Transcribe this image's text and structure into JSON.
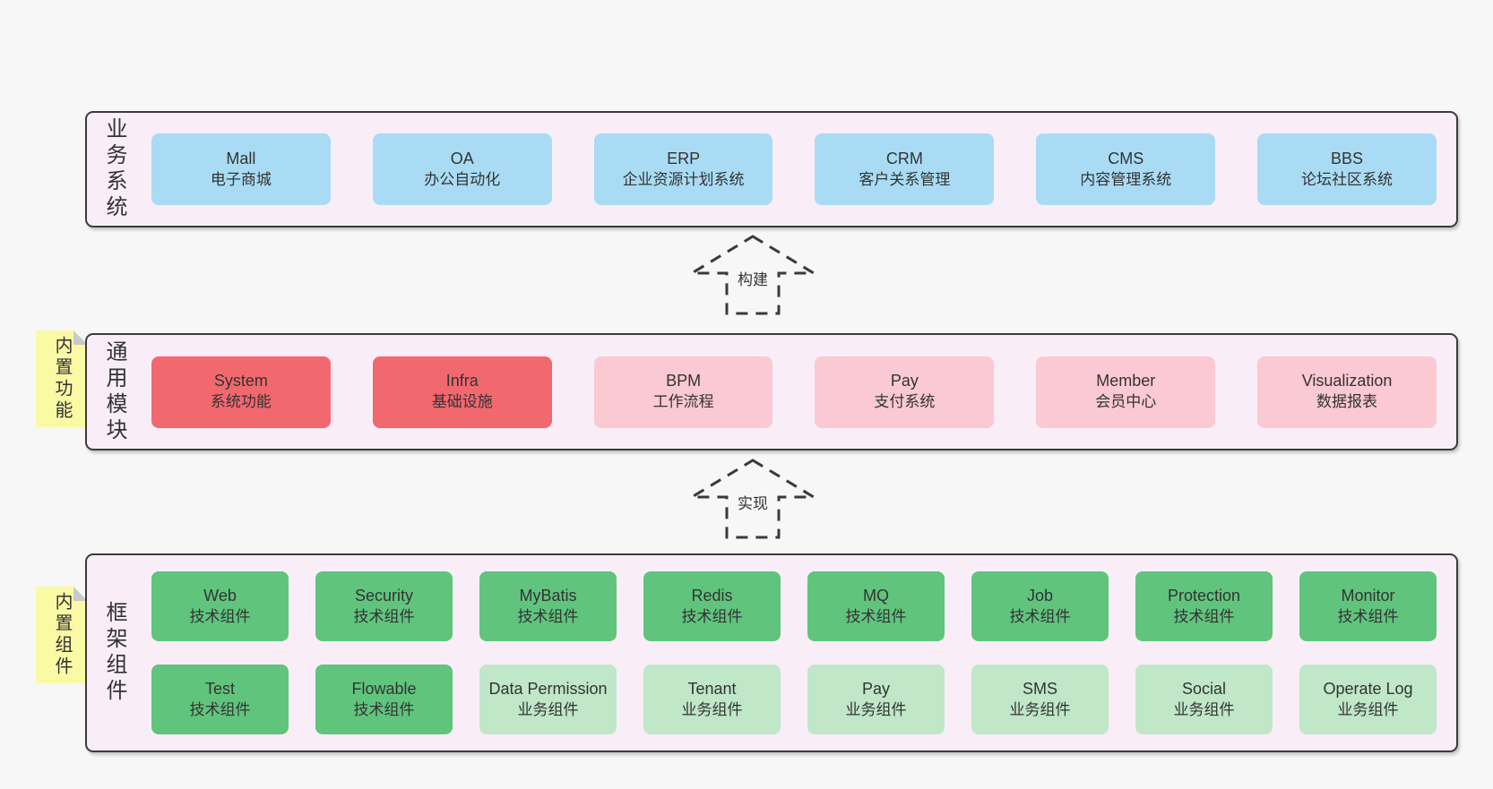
{
  "colors": {
    "page_bg": "#f7f7f7",
    "section_bg": "#f9eef7",
    "section_border": "#3b3b3b",
    "business_box": "#a9dcf4",
    "core_module_box": "#f2686f",
    "optional_module_box": "#fac9d2",
    "tech_component_box": "#60c47d",
    "biz_component_box": "#bfe7c8",
    "sticky_note": "#fafaa5",
    "sticky_fold": "#c9c9c9",
    "text": "#333333"
  },
  "arrows": {
    "build": "构建",
    "implement": "实现"
  },
  "business": {
    "label": "业务系统",
    "boxes": [
      {
        "title": "Mall",
        "subtitle": "电子商城"
      },
      {
        "title": "OA",
        "subtitle": "办公自动化"
      },
      {
        "title": "ERP",
        "subtitle": "企业资源计划系统"
      },
      {
        "title": "CRM",
        "subtitle": "客户关系管理"
      },
      {
        "title": "CMS",
        "subtitle": "内容管理系统"
      },
      {
        "title": "BBS",
        "subtitle": "论坛社区系统"
      }
    ]
  },
  "modules": {
    "label": "通用模块",
    "sticky": "内置功能",
    "boxes": [
      {
        "title": "System",
        "subtitle": "系统功能",
        "variant": "core"
      },
      {
        "title": "Infra",
        "subtitle": "基础设施",
        "variant": "core"
      },
      {
        "title": "BPM",
        "subtitle": "工作流程",
        "variant": "optional"
      },
      {
        "title": "Pay",
        "subtitle": "支付系统",
        "variant": "optional"
      },
      {
        "title": "Member",
        "subtitle": "会员中心",
        "variant": "optional"
      },
      {
        "title": "Visualization",
        "subtitle": "数据报表",
        "variant": "optional"
      }
    ]
  },
  "components": {
    "label": "框架组件",
    "sticky": "内置组件",
    "row1": [
      {
        "title": "Web",
        "subtitle": "技术组件",
        "variant": "tech"
      },
      {
        "title": "Security",
        "subtitle": "技术组件",
        "variant": "tech"
      },
      {
        "title": "MyBatis",
        "subtitle": "技术组件",
        "variant": "tech"
      },
      {
        "title": "Redis",
        "subtitle": "技术组件",
        "variant": "tech"
      },
      {
        "title": "MQ",
        "subtitle": "技术组件",
        "variant": "tech"
      },
      {
        "title": "Job",
        "subtitle": "技术组件",
        "variant": "tech"
      },
      {
        "title": "Protection",
        "subtitle": "技术组件",
        "variant": "tech"
      },
      {
        "title": "Monitor",
        "subtitle": "技术组件",
        "variant": "tech"
      }
    ],
    "row2": [
      {
        "title": "Test",
        "subtitle": "技术组件",
        "variant": "tech"
      },
      {
        "title": "Flowable",
        "subtitle": "技术组件",
        "variant": "tech"
      },
      {
        "title": "Data Permission",
        "subtitle": "业务组件",
        "variant": "biz"
      },
      {
        "title": "Tenant",
        "subtitle": "业务组件",
        "variant": "biz"
      },
      {
        "title": "Pay",
        "subtitle": "业务组件",
        "variant": "biz"
      },
      {
        "title": "SMS",
        "subtitle": "业务组件",
        "variant": "biz"
      },
      {
        "title": "Social",
        "subtitle": "业务组件",
        "variant": "biz"
      },
      {
        "title": "Operate Log",
        "subtitle": "业务组件",
        "variant": "biz"
      }
    ]
  }
}
